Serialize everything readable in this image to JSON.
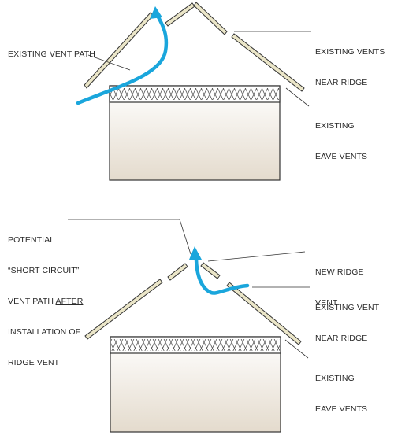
{
  "top": {
    "label_existing_vent_path": "EXISTING VENT PATH",
    "label_vents_near_ridge_l1": "EXISTING VENTS",
    "label_vents_near_ridge_l2": "NEAR RIDGE",
    "label_eave_l1": "EXISTING",
    "label_eave_l2": "EAVE VENTS"
  },
  "bottom": {
    "label_short_l1": "POTENTIAL",
    "label_short_l2": "“SHORT CIRCUIT”",
    "label_short_l3a": "VENT PATH ",
    "label_short_l3b": "AFTER",
    "label_short_l4": "INSTALLATION OF",
    "label_short_l5": "RIDGE VENT",
    "label_new_ridge_l1": "NEW RIDGE",
    "label_new_ridge_l2": "VENT",
    "label_vent_near_ridge_l1": "EXISTING VENT",
    "label_vent_near_ridge_l2": "NEAR RIDGE",
    "label_eave_l1": "EXISTING",
    "label_eave_l2": "EAVE VENTS"
  },
  "colors": {
    "airflow": "#1aa6dc",
    "roof_fill": "#ebe6c8",
    "wall_top": "#ffffff",
    "wall_bottom": "#e6ddd0",
    "stroke": "#333333"
  }
}
